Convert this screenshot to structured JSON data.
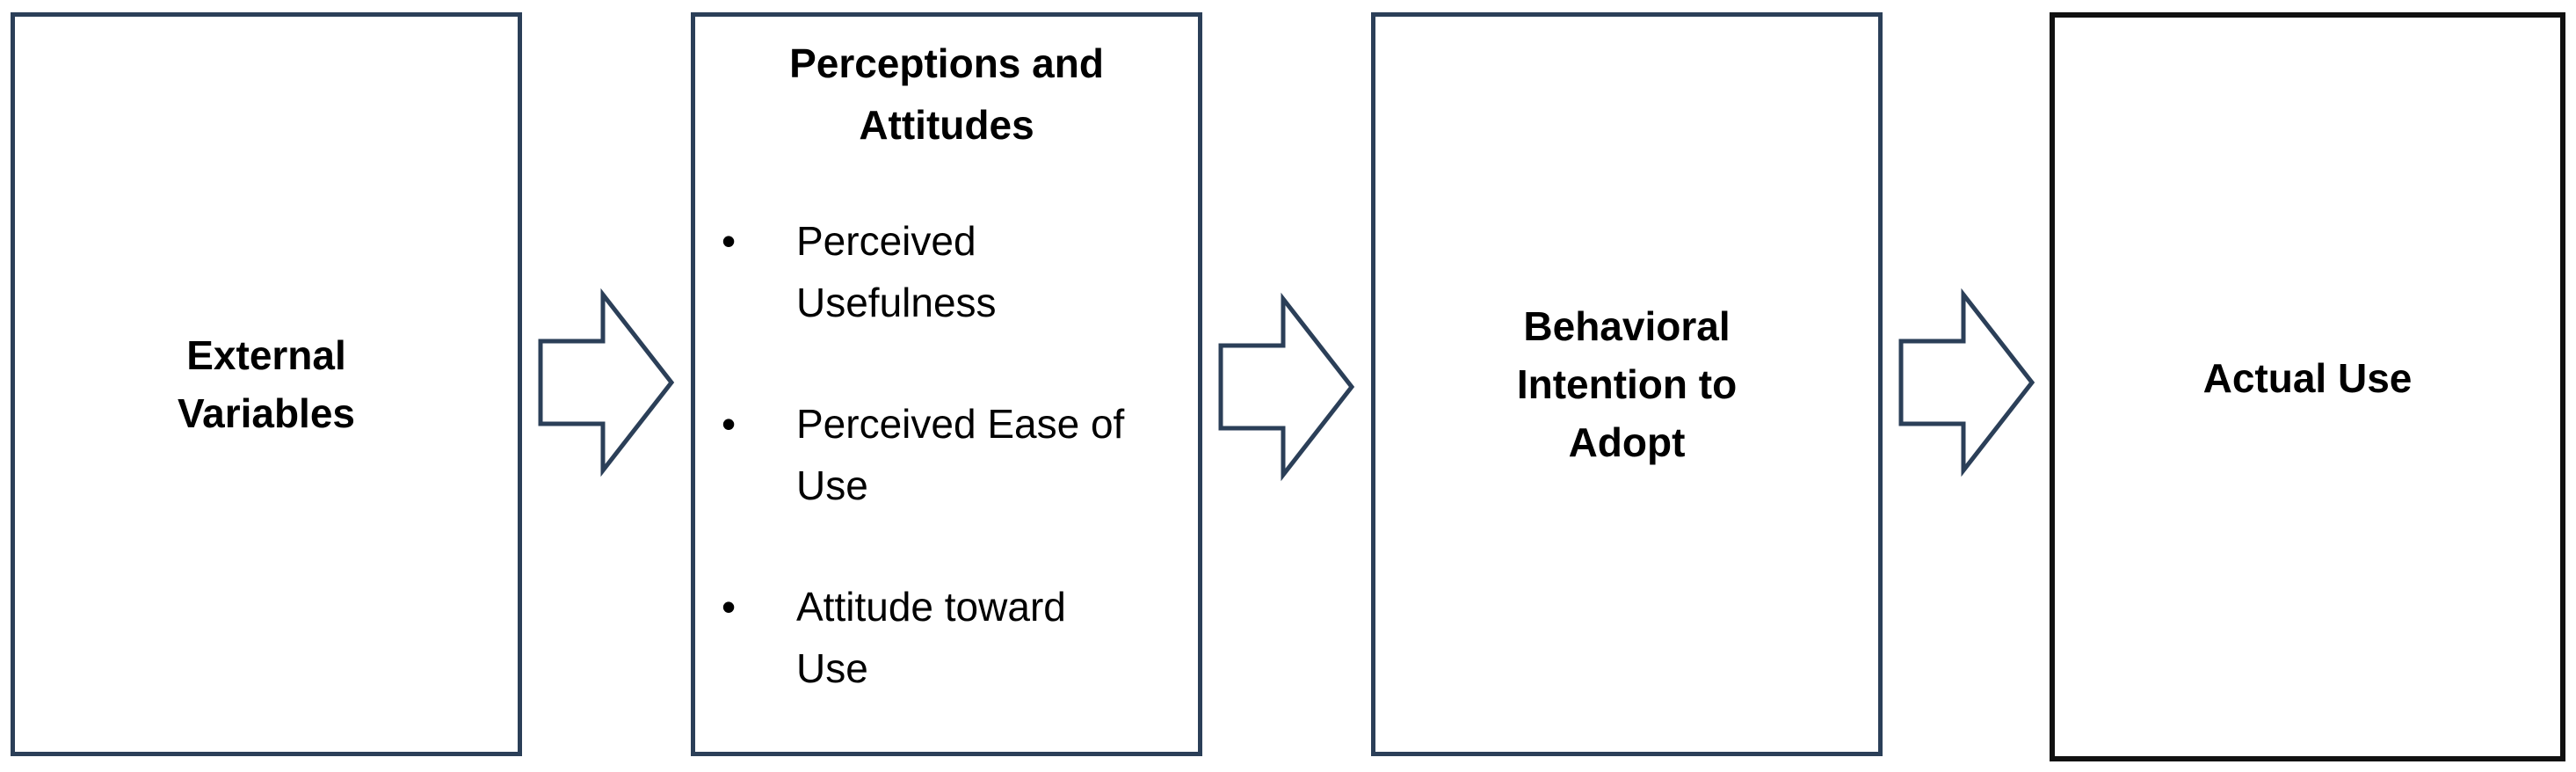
{
  "diagram": {
    "nodes": [
      {
        "id": "external-variables",
        "lines": [
          "External",
          "Variables"
        ]
      },
      {
        "id": "perceptions-attitudes",
        "heading_lines": [
          "Perceptions and",
          "Attitudes"
        ],
        "bullets": [
          {
            "lines": [
              "Perceived",
              "Usefulness"
            ]
          },
          {
            "lines": [
              "Perceived Ease of",
              "Use"
            ]
          },
          {
            "lines": [
              "Attitude toward",
              "Use"
            ]
          }
        ]
      },
      {
        "id": "behavioral-intention",
        "lines": [
          "Behavioral",
          "Intention to",
          "Adopt"
        ]
      },
      {
        "id": "actual-use",
        "lines": [
          "Actual Use"
        ]
      }
    ],
    "edges": [
      {
        "from": "external-variables",
        "to": "perceptions-attitudes"
      },
      {
        "from": "perceptions-attitudes",
        "to": "behavioral-intention"
      },
      {
        "from": "behavioral-intention",
        "to": "actual-use"
      }
    ],
    "bullet_glyph": "•",
    "colors": {
      "box_border": "#2b3f58",
      "final_box_border": "#111111",
      "arrow_stroke": "#2b3f58",
      "arrow_fill": "#ffffff"
    }
  }
}
